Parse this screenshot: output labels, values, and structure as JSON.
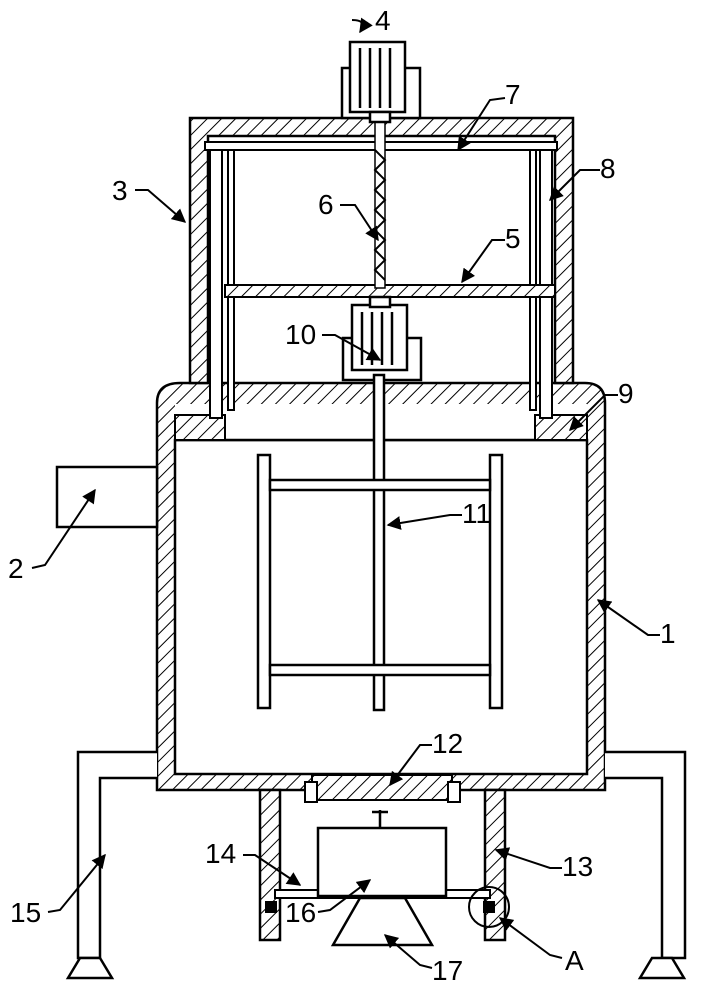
{
  "diagram": {
    "labels": {
      "l1": "1",
      "l2": "2",
      "l3": "3",
      "l4": "4",
      "l5": "5",
      "l6": "6",
      "l7": "7",
      "l8": "8",
      "l9": "9",
      "l10": "10",
      "l11": "11",
      "l12": "12",
      "l13": "13",
      "l14": "14",
      "l15": "15",
      "l16": "16",
      "l17": "17",
      "lA": "A"
    }
  }
}
